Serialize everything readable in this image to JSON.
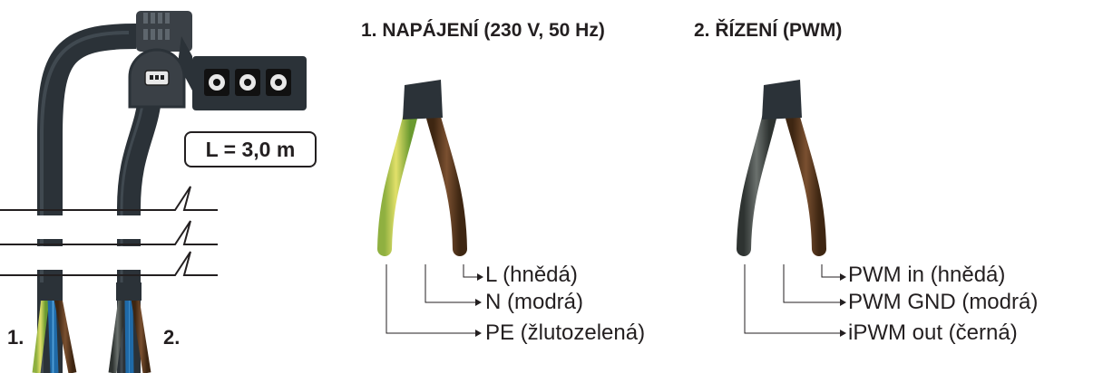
{
  "length_label": "L = 3,0 m",
  "cable_numbers": [
    "1.",
    "2."
  ],
  "sections": [
    {
      "heading": "1. NAPÁJENÍ (230 V, 50 Hz)",
      "wires": [
        {
          "label": "L (hnědá)",
          "color": "#5a3a1e"
        },
        {
          "label": "N (modrá)",
          "color": "#2f7fc1"
        },
        {
          "label": "PE (žlutozelená)",
          "color": "#8fb040"
        }
      ]
    },
    {
      "heading": "2. ŘÍZENÍ (PWM)",
      "wires": [
        {
          "label": "PWM in (hnědá)",
          "color": "#5a3a1e"
        },
        {
          "label": "PWM GND (modrá)",
          "color": "#2f7fc1"
        },
        {
          "label": "iPWM out (černá)",
          "color": "#4a4e4c"
        }
      ]
    }
  ],
  "colors": {
    "cable": "#2b3238",
    "connector": "#3a4046",
    "text": "#231f20"
  }
}
